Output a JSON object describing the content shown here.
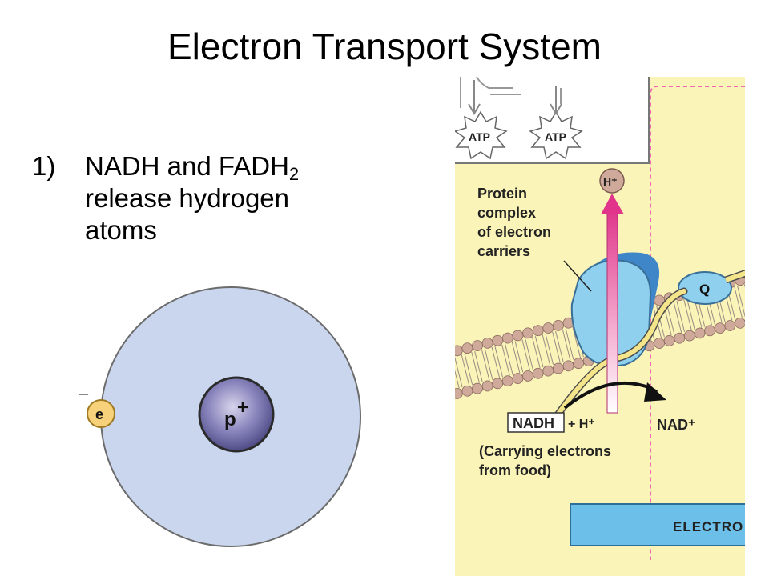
{
  "slide": {
    "title": "Electron Transport System",
    "bullet": {
      "number": "1)",
      "text_main": "NADH and FADH",
      "text_sub": "2",
      "line2": "release hydrogen",
      "line3": "atoms"
    }
  },
  "atom_diagram": {
    "electron_label": "e",
    "electron_charge": "–",
    "proton_label": "p",
    "proton_charge": "+"
  },
  "etc_diagram": {
    "atp_left": "ATP",
    "atp_right": "ATP",
    "proton_label": "H⁺",
    "protein_complex_label": [
      "Protein",
      "complex",
      "of electron",
      "carriers"
    ],
    "quinone_label": "Q",
    "nadh_label": "NADH",
    "plus_h": "+ H⁺",
    "nad_label": "NAD⁺",
    "carrying_label": [
      "(Carrying electrons",
      "from food)"
    ],
    "electron_bar_label": "ELECTRO"
  },
  "colors": {
    "atom_fill": "#c9d6ee",
    "nucleus_fill": "#6e6aa4",
    "electron_fill": "#f8d27a",
    "etc_background": "#fbf4b8",
    "membrane_head": "#cfa99a",
    "protein_fill": "#8fd0ee",
    "arrow_magenta": "#e0358a",
    "bar_fill": "#6cbfe8"
  }
}
